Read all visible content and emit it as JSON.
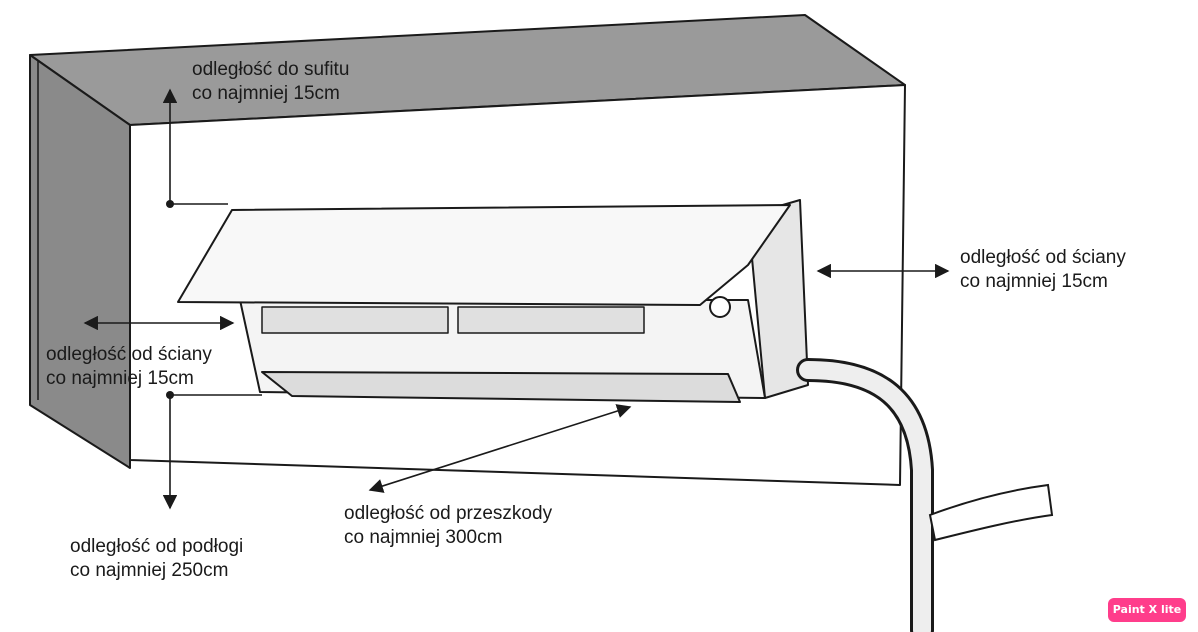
{
  "labels": {
    "ceiling": {
      "line1": "odległość do sufitu",
      "line2": "co najmniej 15cm"
    },
    "wall_right": {
      "line1": "odległość od ściany",
      "line2": "co najmniej 15cm"
    },
    "wall_left": {
      "line1": "odległość od ściany",
      "line2": "co najmniej 15cm"
    },
    "obstacle": {
      "line1": "odległość od przeszkody",
      "line2": "co najmniej 300cm"
    },
    "floor": {
      "line1": "odległość od podłogi",
      "line2": "co najmniej 250cm"
    }
  },
  "watermark": {
    "text": "Paint X lite"
  },
  "colors": {
    "line": "#1a1a1a",
    "wall_shade": "#8a8a8a",
    "unit_fill": "#f4f4f4",
    "badge": "#ff3d8b"
  }
}
